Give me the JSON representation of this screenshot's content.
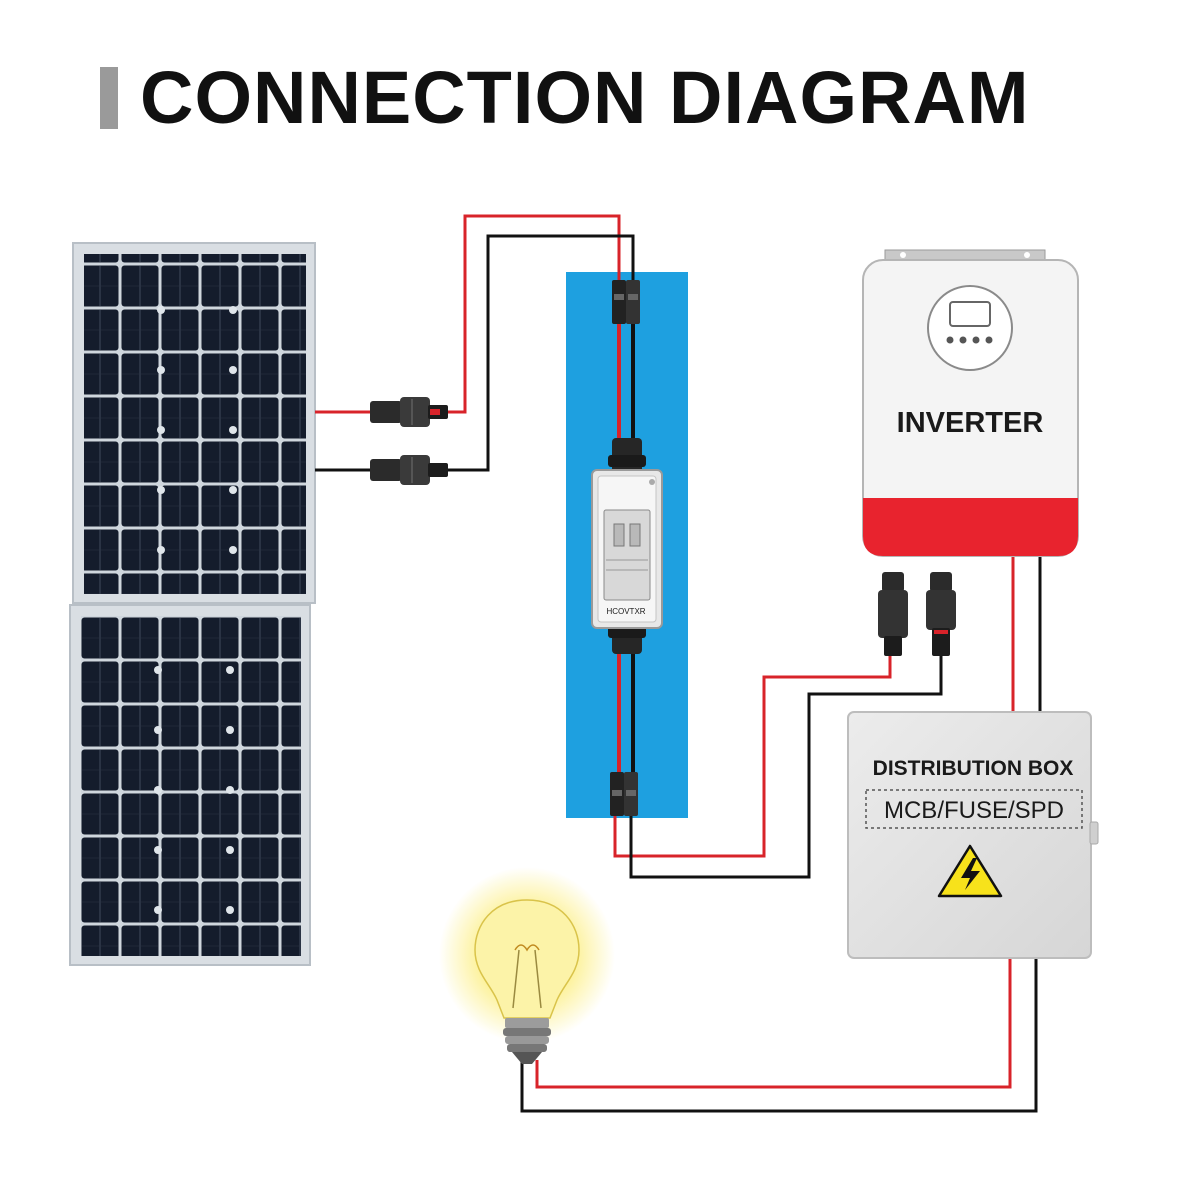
{
  "title": "CONNECTION DIAGRAM",
  "inverter": {
    "label": "INVERTER"
  },
  "distribution_box": {
    "label": "DISTRIBUTION BOX",
    "sublabel": "MCB/FUSE/SPD"
  },
  "breaker": {
    "brand": "HCOVTXR"
  },
  "colors": {
    "wire_positive": "#d8232a",
    "wire_negative": "#111111",
    "panel_strip": "#1ea0e0",
    "inverter_accent": "#e8232e",
    "warning": "#f7e21b"
  },
  "icons": [
    "solar-panel-icon",
    "mc4-connector-icon",
    "dc-breaker-icon",
    "inverter-icon",
    "distribution-box-icon",
    "high-voltage-warning-icon",
    "light-bulb-icon"
  ]
}
